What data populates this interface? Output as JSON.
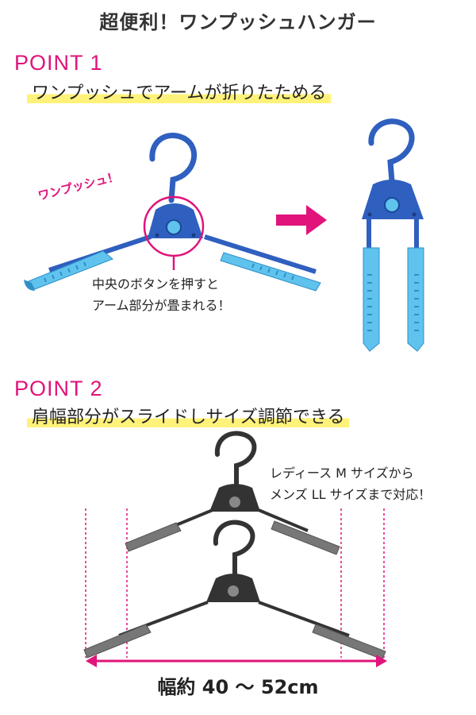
{
  "title": "超便利！ワンプッシュハンガー",
  "point1": {
    "label": "POINT  1",
    "heading": "ワンプッシュでアームが折りたためる",
    "callout": "ワンプッシュ！",
    "note": [
      "中央のボタンを押すと",
      "アーム部分が畳まれる！"
    ]
  },
  "point2": {
    "label": "POINT  2",
    "heading": "肩幅部分がスライドしサイズ調節できる",
    "note": [
      "レディース M サイズから",
      "メンズ LL サイズまで対応！"
    ],
    "width": "幅約 40 〜 52cm"
  },
  "colors": {
    "accent": "#e0147a",
    "highlight": "#fff27a",
    "blue_hanger": "#2f5fbf",
    "light_blue": "#5fc3ee",
    "dark_hanger": "#333333",
    "gray_grip": "#777777"
  }
}
